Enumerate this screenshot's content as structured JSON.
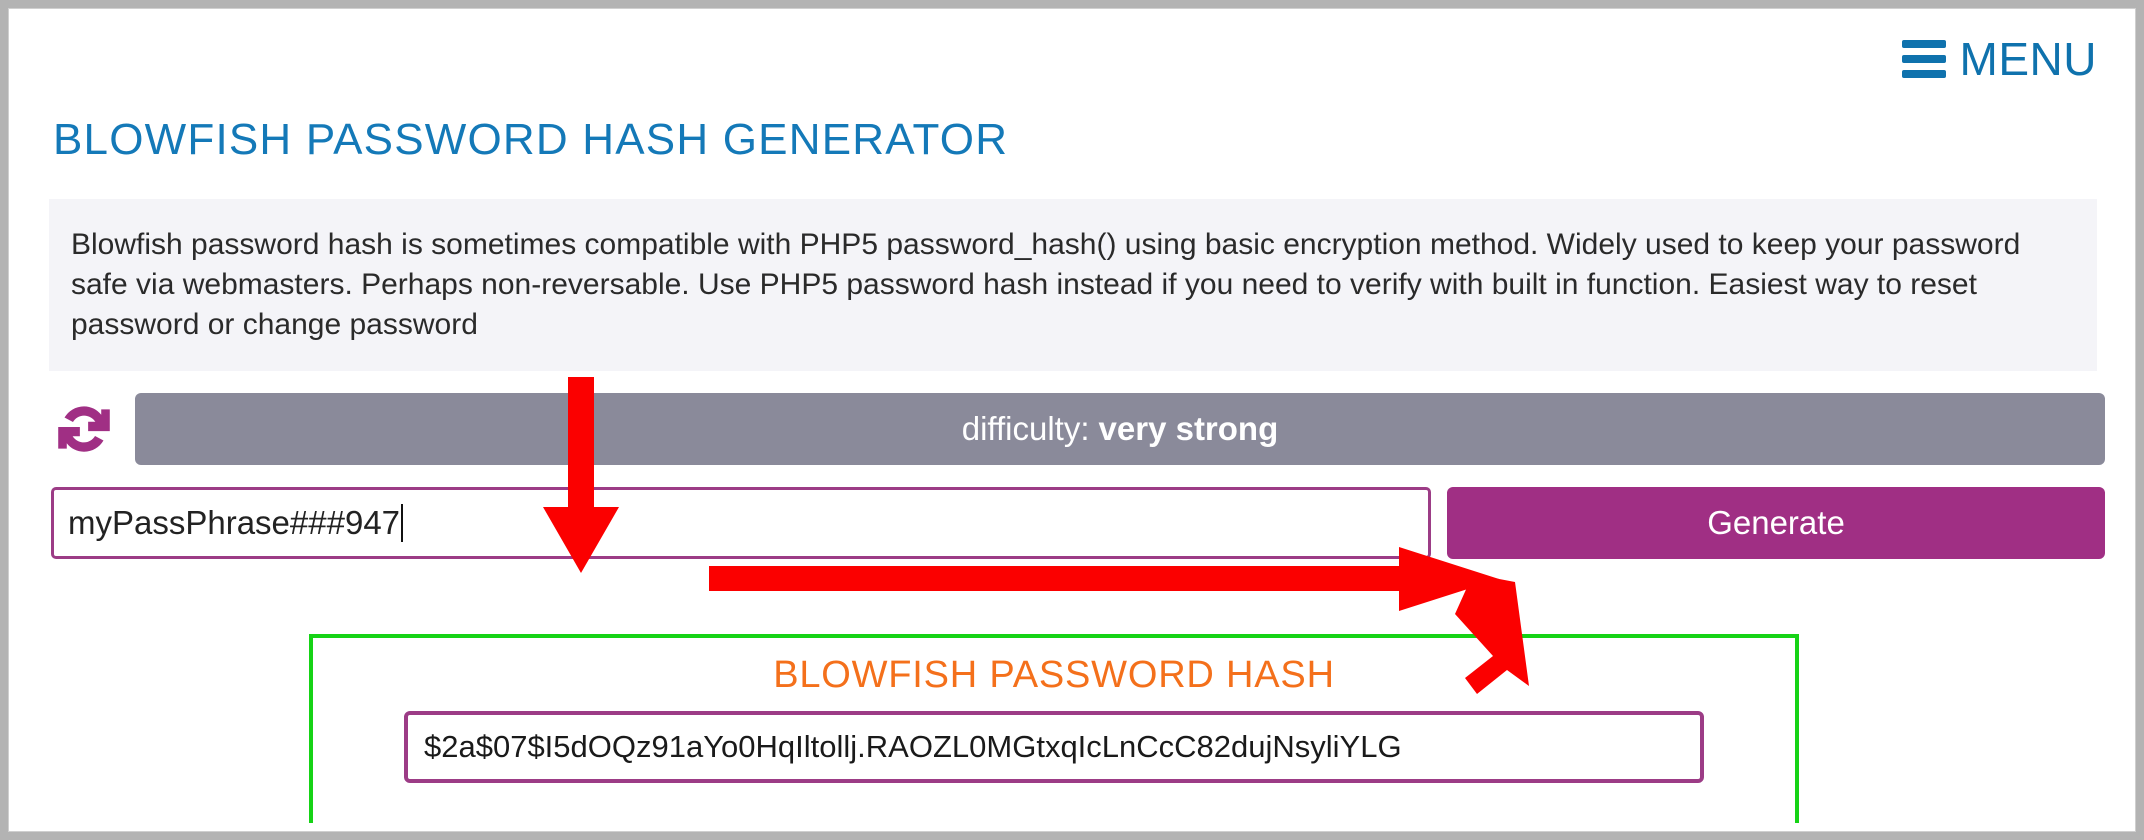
{
  "header": {
    "menu_label": "MENU",
    "menu_icon": "hamburger-icon"
  },
  "page_title": "BLOWFISH PASSWORD HASH GENERATOR",
  "description": "Blowfish password hash is sometimes compatible with PHP5 password_hash() using basic encryption method. Widely used to keep your password safe via webmasters. Perhaps non-reversable. Use PHP5 password hash instead if you need to verify with built in function. Easiest way to reset password or change password",
  "difficulty": {
    "refresh_icon": "refresh-icon",
    "label": "difficulty:",
    "value": "very strong",
    "bar_color": "#8a8a9a"
  },
  "form": {
    "password_value": "myPassPhrase###947",
    "password_placeholder": "",
    "generate_label": "Generate",
    "generate_color": "#a02f84",
    "field_border_color": "#9c3c86"
  },
  "result": {
    "title": "BLOWFISH PASSWORD HASH",
    "title_color": "#f4701b",
    "hash": "$2a$07$I5dOQz91aYo0HqIltollj.RAOZL0MGtxqIcLnCcC82dujNsyliYLG",
    "box_border_color": "#16d316"
  },
  "colors": {
    "brand_blue": "#1479b8",
    "panel_bg": "#f4f4f8",
    "annotation_red": "#fb0000"
  }
}
